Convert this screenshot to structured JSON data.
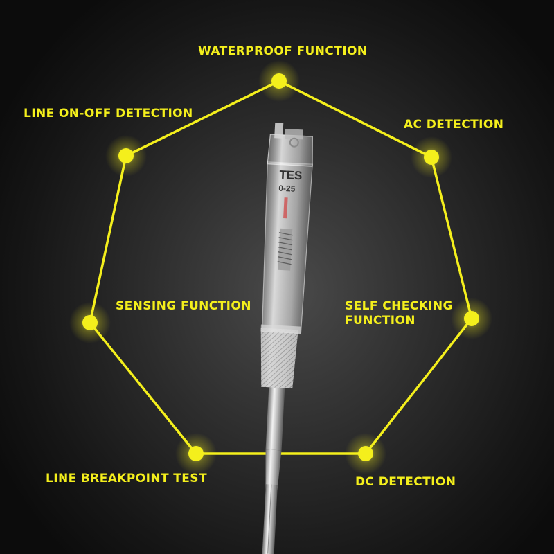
{
  "colors": {
    "accent": "#f4ef1c",
    "background": "#1a1a1a"
  },
  "features": [
    {
      "name": "feature-label-waterproof",
      "label": "WATERPROOF FUNCTION"
    },
    {
      "name": "feature-label-ac-detection",
      "label": "AC DETECTION"
    },
    {
      "name": "feature-label-self-checking",
      "label": "SELF CHECKING\nFUNCTION"
    },
    {
      "name": "feature-label-dc-detection",
      "label": "DC DETECTION"
    },
    {
      "name": "feature-label-line-breakpoint",
      "label": "LINE BREAKPOINT TEST"
    },
    {
      "name": "feature-label-sensing",
      "label": "SENSING FUNCTION"
    },
    {
      "name": "feature-label-line-on-off",
      "label": "LINE ON-OFF DETECTION"
    }
  ],
  "product": {
    "label_fragment_1": "TES",
    "label_fragment_2": "0-25"
  }
}
